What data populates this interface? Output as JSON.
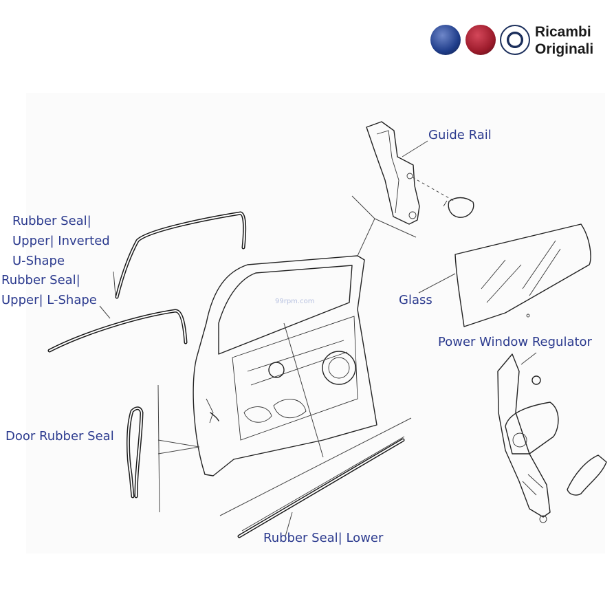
{
  "brand": {
    "logos": [
      {
        "name": "lancia-logo",
        "color": "#1f3d8a"
      },
      {
        "name": "fiat-logo",
        "color": "#9c1b2b"
      },
      {
        "name": "alfa-romeo-logo",
        "color": "#1c2f5c"
      }
    ],
    "line1": "Ricambi",
    "line2": "Originali"
  },
  "watermark": "99rpm.com",
  "labels": {
    "guide_rail": "Guide Rail",
    "rubber_seal_u_1": "Rubber Seal|",
    "rubber_seal_u_2": "Upper| Inverted",
    "rubber_seal_u_3": "U-Shape",
    "rubber_seal_l_1": "Rubber Seal|",
    "rubber_seal_l_2": "Upper| L-Shape",
    "glass": "Glass",
    "power_window_regulator": "Power Window Regulator",
    "door_rubber_seal": "Door Rubber Seal",
    "rubber_seal_lower": "Rubber Seal| Lower"
  },
  "colors": {
    "label_text": "#2b3a8e",
    "line_art": "#222222",
    "background": "#ffffff",
    "panel": "#fbfbfb"
  }
}
